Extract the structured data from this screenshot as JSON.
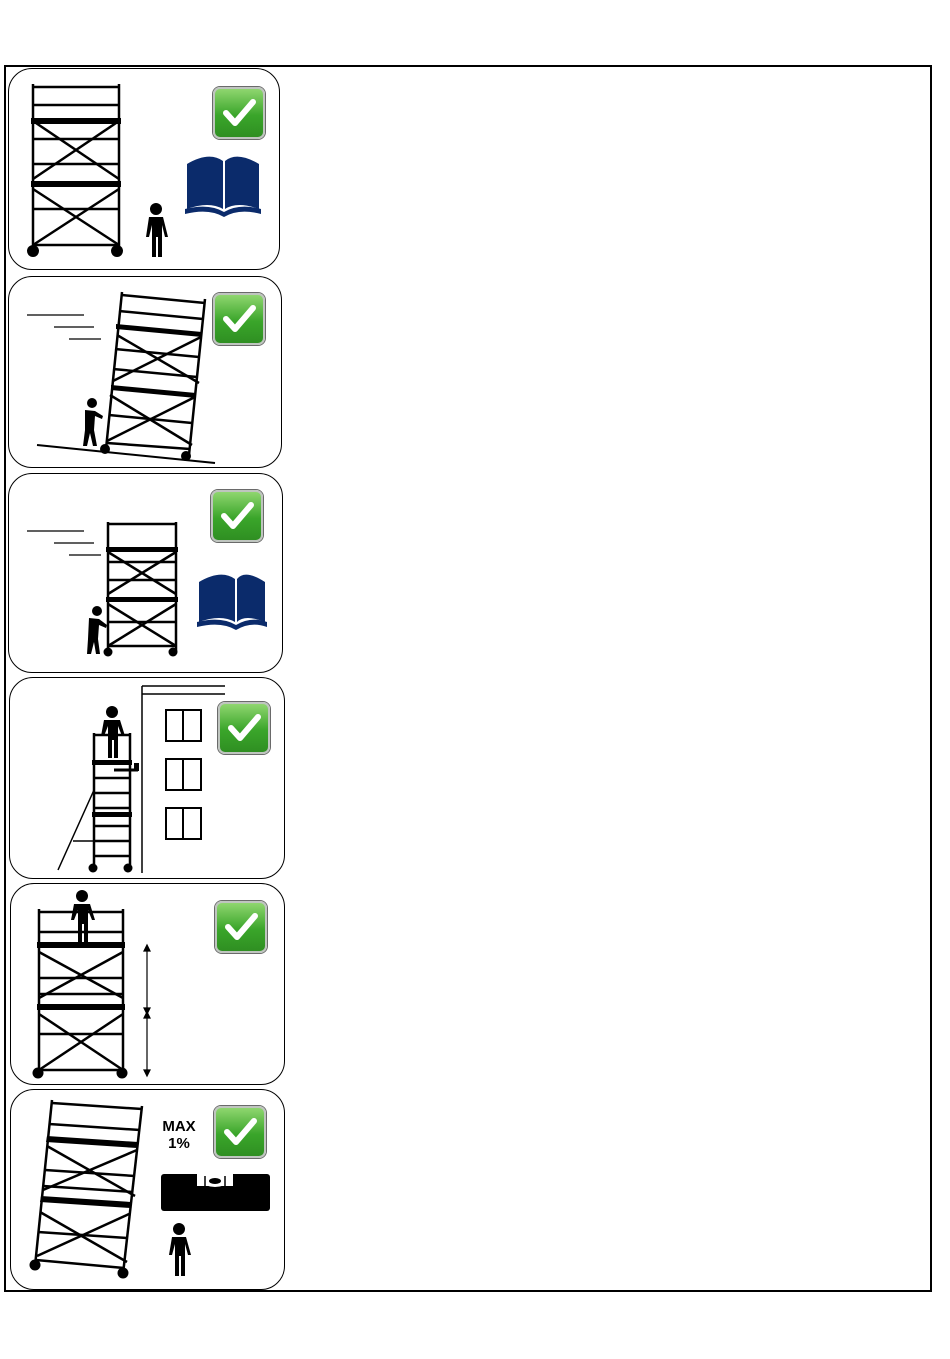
{
  "panels": [
    {
      "name": "panel-1",
      "icons": [
        "scaffold-tower-icon",
        "person-icon",
        "check-icon",
        "manual-book-icon"
      ]
    },
    {
      "name": "panel-2",
      "icons": [
        "scaffold-tower-tilted-icon",
        "wind-lines-icon",
        "person-pushing-icon",
        "check-icon"
      ]
    },
    {
      "name": "panel-3",
      "icons": [
        "scaffold-tower-icon",
        "wind-lines-icon",
        "person-pushing-icon",
        "check-icon",
        "manual-book-icon"
      ]
    },
    {
      "name": "panel-4",
      "icons": [
        "scaffold-tower-icon",
        "building-icon",
        "window-icon",
        "person-icon",
        "check-icon"
      ]
    },
    {
      "name": "panel-5",
      "icons": [
        "scaffold-tower-icon",
        "person-icon",
        "height-arrow-icon",
        "check-icon"
      ]
    },
    {
      "name": "panel-6",
      "icons": [
        "scaffold-tower-tilted-icon",
        "spirit-level-icon",
        "person-icon",
        "check-icon"
      ]
    }
  ],
  "slope_label": {
    "line1": "MAX",
    "line2": "1%"
  },
  "colors": {
    "check_green": "#3aa52a",
    "book_blue": "#0b2b6b",
    "frame": "#000000"
  }
}
